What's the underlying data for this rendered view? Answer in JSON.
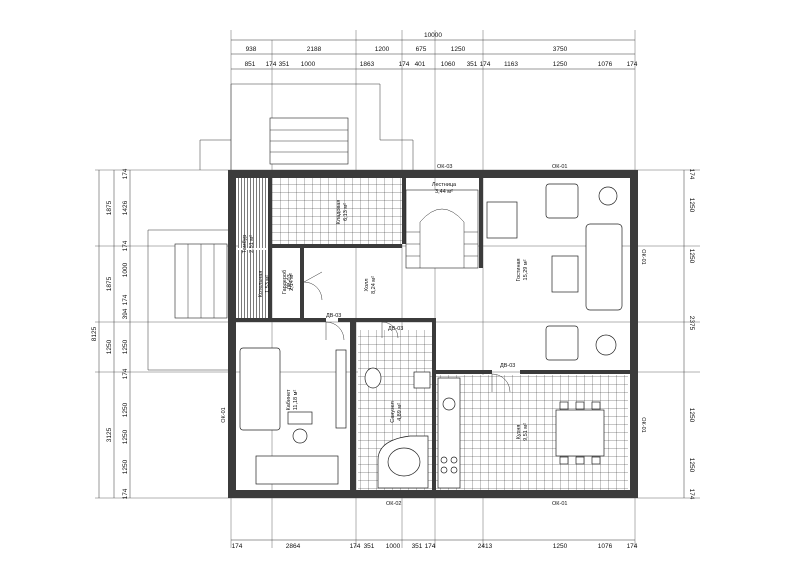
{
  "top_dims": {
    "total": "10000",
    "row1": [
      "938",
      "2188",
      "1200",
      "675",
      "1250",
      "3750"
    ],
    "row2": [
      "851",
      "174",
      "351",
      "1000",
      "1863",
      "174",
      "401",
      "1060",
      "351",
      "174",
      "1163",
      "1250",
      "1076",
      "174"
    ]
  },
  "bottom_dims": [
    "174",
    "2864",
    "174",
    "351",
    "1000",
    "351",
    "174",
    "2413",
    "1250",
    "1076",
    "174"
  ],
  "left_dims": {
    "total": "8125",
    "outer": [
      "1875",
      "1875",
      "1250",
      "3125"
    ],
    "inner": [
      "174",
      "1426",
      "174",
      "1000",
      "174",
      "394",
      "1250",
      "174",
      "1250",
      "1250",
      "1250",
      "174"
    ]
  },
  "right_dims": [
    "174",
    "1250",
    "1250",
    "2375",
    "1250",
    "1250",
    "174"
  ],
  "window_marks": {
    "top_hall": "ОК-03",
    "top_living": "ОК-01",
    "bottom_bath": "ОК-02",
    "bottom_kitchen": "ОК-01",
    "left_cabinet": "ОК-01",
    "right_kitchen": "ОК-01",
    "right_living": "ОК-01"
  },
  "door_marks": {
    "cabinet": "ДВ-03",
    "bath": "ДВ-03",
    "kitchen": "ДВ-03",
    "hall": "ДВ-03"
  },
  "rooms": {
    "stair": {
      "name": "Лестница",
      "area": "3,44 м²"
    },
    "living": {
      "name": "Гостиная",
      "area": "15,29 м²"
    },
    "hall": {
      "name": "Холл",
      "area": "8,24 м²"
    },
    "cabinet": {
      "name": "Кабинет",
      "area": "11,18 м²"
    },
    "bath": {
      "name": "Санузел",
      "area": "4,89 м²"
    },
    "kitchen": {
      "name": "Кухня",
      "area": "9,51 м²"
    },
    "storage": {
      "name": "Кладовая",
      "area": "6,13 м²"
    },
    "vestibule": {
      "name": "Тамбур",
      "area": "2,51 м²"
    },
    "closet": {
      "name": "Гардероб",
      "area": "2,14 м²"
    },
    "boiler": {
      "name": "Котельная",
      "area": "1,53 м²"
    }
  }
}
